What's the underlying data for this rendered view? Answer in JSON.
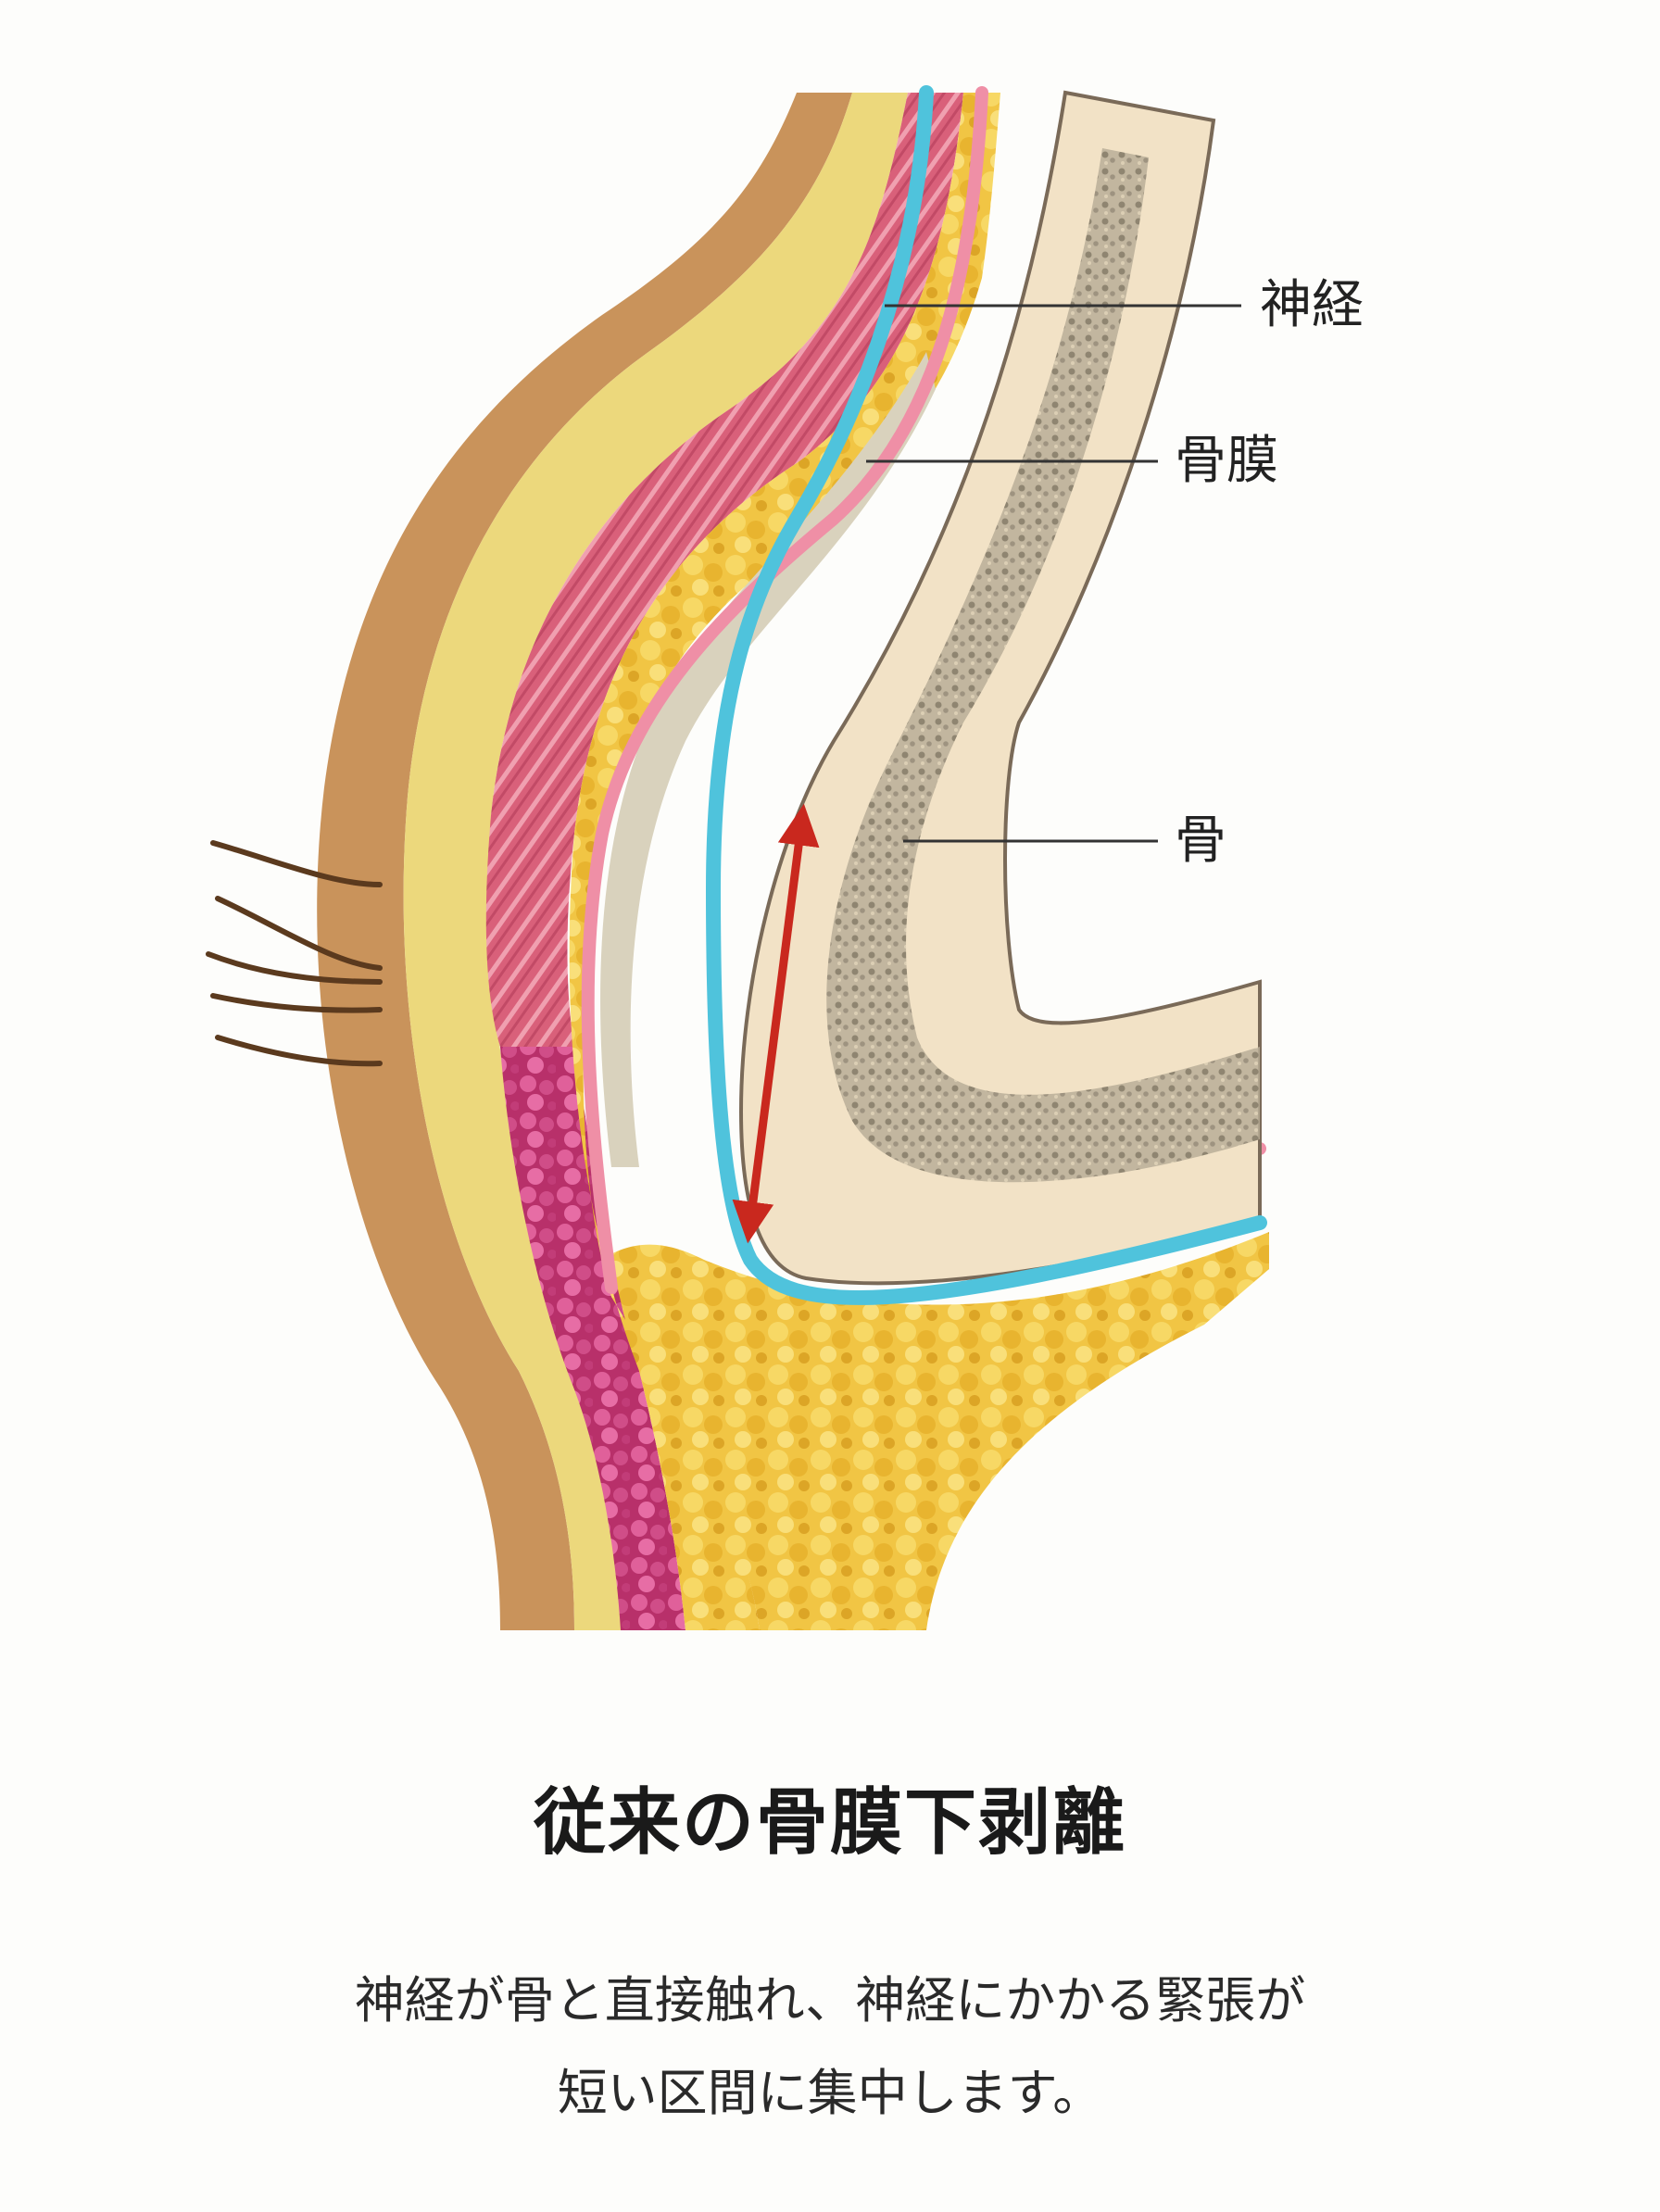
{
  "labels": {
    "nerve": "神経",
    "periosteum": "骨膜",
    "bone": "骨"
  },
  "caption": {
    "title": "従来の骨膜下剥離",
    "line1": "神経が骨と直接触れ、神経にかかる緊張が",
    "line2": "短い区間に集中します。"
  },
  "colors": {
    "skin": "#c9935b",
    "subcutaneous": "#ecd87c",
    "muscle": "#d9607a",
    "fat": "#f1c544",
    "nerve": "#4fc3dc",
    "periosteum": "#ef8fa6",
    "bone": "#f2e2c6",
    "marrow": "#8f8574",
    "arrow": "#c9281e",
    "hair": "#5b3a1e"
  }
}
